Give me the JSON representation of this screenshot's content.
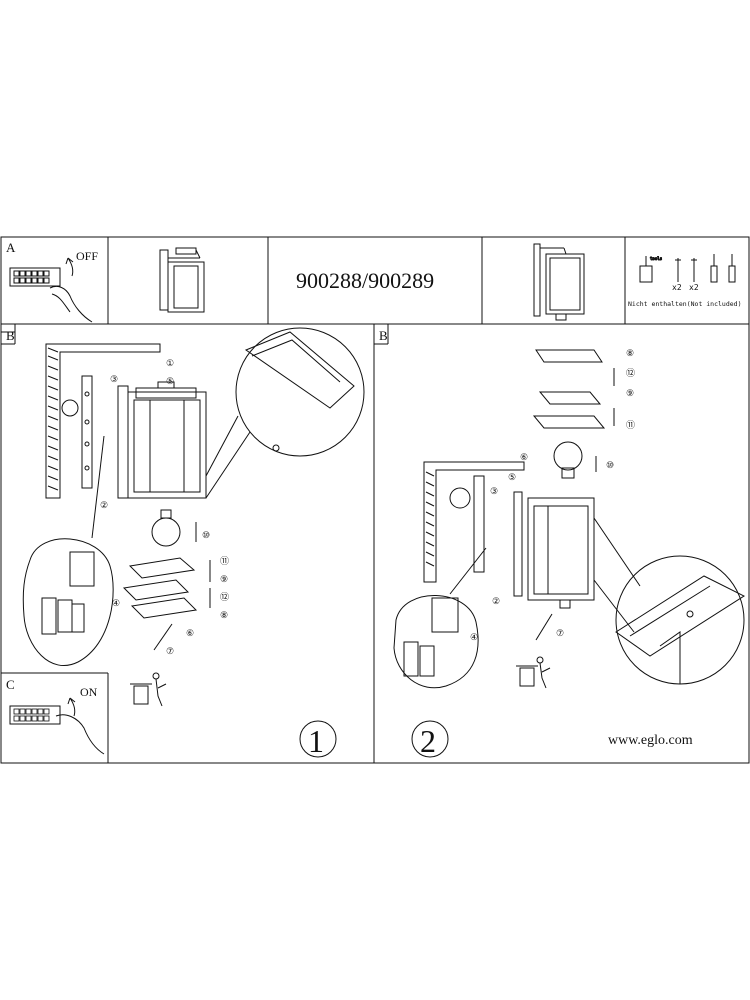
{
  "sections": {
    "a": "A",
    "b_left": "B",
    "b_right": "B",
    "c": "C"
  },
  "switch_off": "OFF",
  "switch_on": "ON",
  "model_number": "900288/900289",
  "tools": {
    "x2_screws": "x2",
    "x2_plugs": "x2",
    "not_included": "Nicht enthalten(Not included)"
  },
  "steps": {
    "left": [
      "①",
      "⑤",
      "③",
      "⑩",
      "⑪",
      "⑨",
      "⑫",
      "⑧",
      "⑥",
      "⑦",
      "②",
      "④"
    ],
    "right": [
      "⑧",
      "⑫",
      "⑨",
      "⑪",
      "⑩",
      "⑥",
      "⑤",
      "③",
      "②",
      "④",
      "⑦"
    ]
  },
  "page_numbers": {
    "page1": "1",
    "page2": "2"
  },
  "website": "www.eglo.com",
  "colors": {
    "ink": "#111111",
    "background": "#ffffff"
  },
  "icons": [
    "breaker-switch-icon",
    "hand-icon",
    "lamp-front-icon",
    "lamp-side-icon",
    "tools-icon",
    "screwdriver-icon",
    "bulb-icon",
    "wastebin-icon",
    "wall-bracket-icon",
    "connector-block-icon",
    "glass-pane-icon",
    "magnifier-detail-icon"
  ]
}
